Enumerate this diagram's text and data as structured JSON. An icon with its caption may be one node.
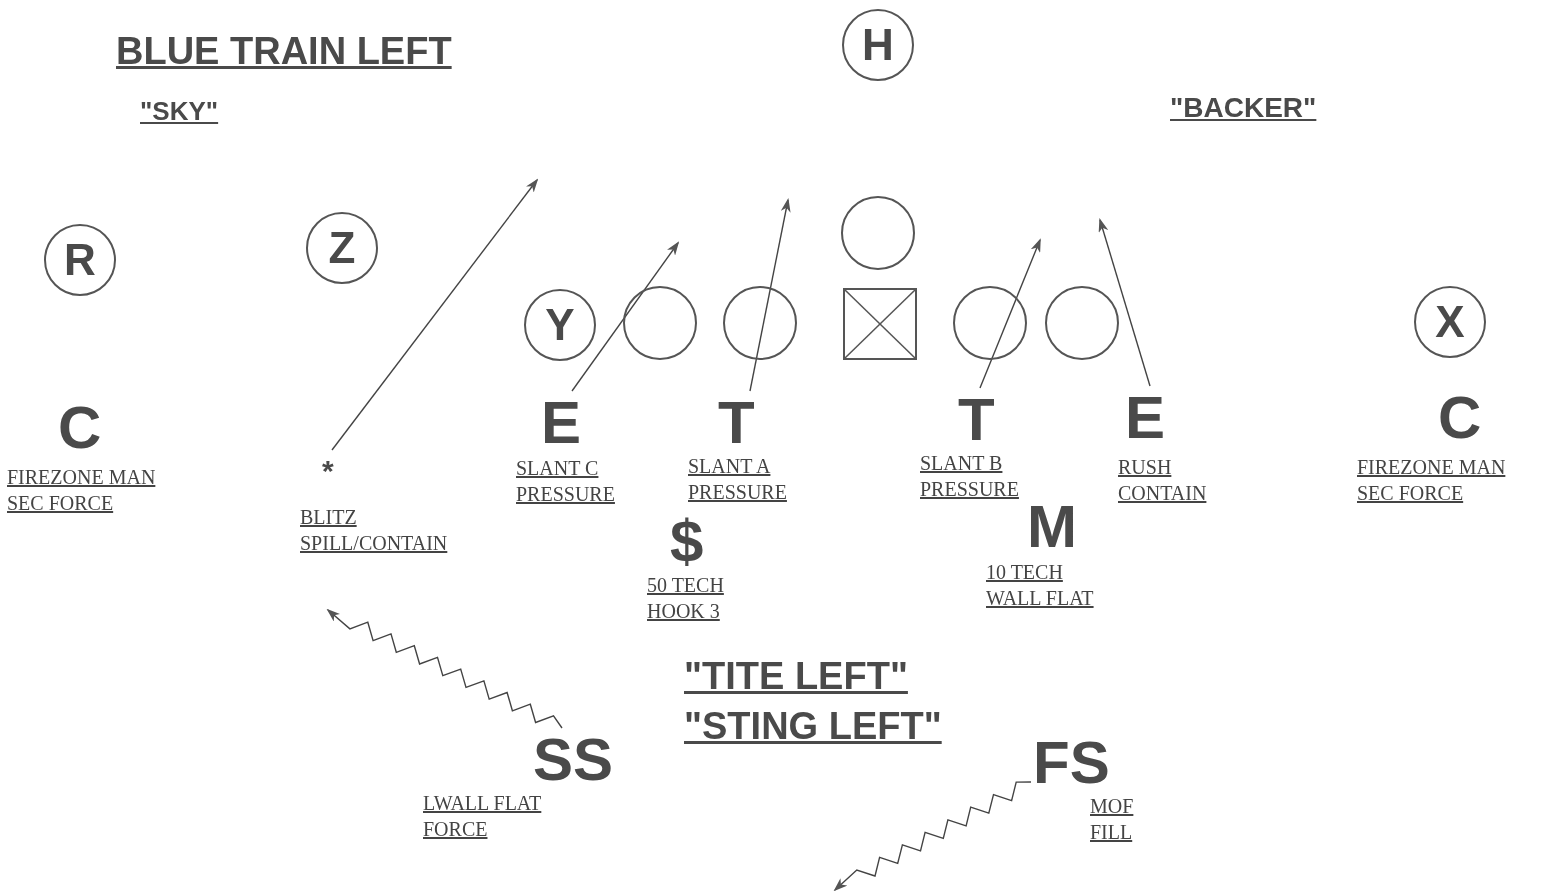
{
  "diagram": {
    "title": "BLUE TRAIN LEFT",
    "nodes": [
      {
        "text": [
          "H"
        ]
      },
      {
        "text": [
          "R"
        ]
      },
      {
        "text": [
          "Z"
        ]
      },
      {
        "text": [
          "Y"
        ]
      },
      {
        "text": [],
        "shape": "circle"
      },
      {
        "text": [],
        "shape": "circle"
      },
      {
        "text": [],
        "shape": "circle"
      },
      {
        "text": [],
        "shape": "box"
      },
      {
        "text": [],
        "shape": "circle"
      },
      {
        "text": [],
        "shape": "circle"
      },
      {
        "text": [
          "X"
        ]
      },
      {
        "text": [
          "C",
          "FIREZONE MAN SEC FORCE"
        ]
      },
      {
        "text": [
          "*",
          "BLITZ SPILL/CONTAIN"
        ]
      },
      {
        "text": [
          "E",
          "SLANT C PRESSURE"
        ]
      },
      {
        "text": [
          "T",
          "SLANT A PRESSURE"
        ]
      },
      {
        "text": [
          "T",
          "SLANT B PRESSURE"
        ]
      },
      {
        "text": [
          "E",
          "RUSH CONTAIN"
        ]
      },
      {
        "text": [
          "C",
          "FIREZONE MAN SEC FORCE"
        ]
      },
      {
        "text": [
          "$",
          "50 TECH HOOK 3"
        ]
      },
      {
        "text": [
          "M",
          "10 TECH WALL FLAT"
        ]
      },
      {
        "text": [
          "SS",
          "LWALL FLAT FORCE"
        ]
      },
      {
        "text": [
          "FS",
          "MOF FILL"
        ]
      }
    ],
    "edges": [
      {
        "from": 12,
        "to": null,
        "arrow": "to"
      },
      {
        "from": 13,
        "to": null,
        "arrow": "to"
      },
      {
        "from": 14,
        "to": null,
        "arrow": "to"
      },
      {
        "from": 15,
        "to": null,
        "arrow": "to"
      },
      {
        "from": 16,
        "to": null,
        "arrow": "to"
      },
      {
        "from": 20,
        "to": null,
        "arrow": "to"
      },
      {
        "from": 21,
        "to": null,
        "arrow": "to"
      }
    ],
    "labels": [
      "\"SKY\"",
      "\"BACKER\"",
      "\"TITE LEFT\"",
      "\"STING LEFT\""
    ]
  }
}
